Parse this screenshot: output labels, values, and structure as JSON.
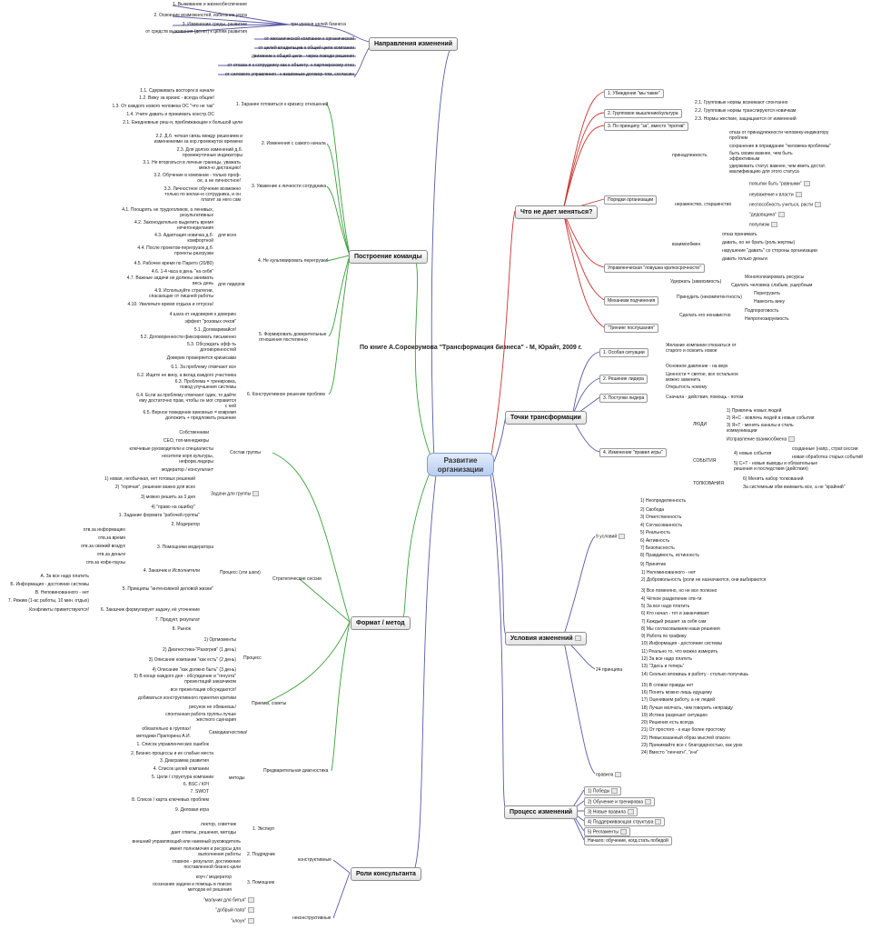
{
  "center": {
    "title": "Развитие организации"
  },
  "source_note": "По книге А.Сорокоумова \"Трансформация бизнеса\"  - М, Юрайт, 2009 г.",
  "branches": {
    "napravleniya": {
      "title": "Направления изменений",
      "three_levels": "три уровня целей бизнеса",
      "levels": [
        "1. Выживание и жизнеобеспечение",
        "2. Освоение возможностей, избегание угроз",
        "3. Изменение среды, развитие",
        "от средств выживания (денег) к целям развития"
      ],
      "directions": [
        "от механической компании к органической",
        "от целей владельцев к общей цели компании",
        "движение к общей цели - через поводи решения",
        "от отказа-я к сотруднику как к объекту- к партнерскому отно",
        "от силового управления - к взаимным договор-тям, согласию"
      ]
    },
    "postroenie": {
      "title": "Построение команды",
      "s1": {
        "title": "1. Заранее готовиться к кризису отношений",
        "items": [
          "1.1. Сдерживать восторги в начале",
          "1.2. Вижу за кризис - всегда общие!",
          "1.3. От каждого нового человека ОС \"что не так\"",
          "1.4. Учите давать и принимать констр.ОС"
        ]
      },
      "s2": {
        "title": "2. Изменения с самого начала",
        "items": [
          "2.1. Ежедневные реш-я, приближающие к большой цели",
          "2.2. Д.б. четкая связь между решением и изменениями за кор.промежуток времени",
          "2.3. Для долгих изменений д.б. промежуточные индикаторы"
        ]
      },
      "s3": {
        "title": "3. Уважение к личности сотрудника",
        "items": [
          "3.1. Не вторгаться в личные границы, уважать межл-ю дистанцию!",
          "3.2. Обучение в компании - только проф-ое, а не личностное!",
          "3.3. Личностное обучение возможно только по желан-ю сотрудника, и он платит за него сам"
        ]
      },
      "s4": {
        "title": "4. Не культивировать перегрузки!",
        "leaders": "для всех",
        "team": "для лидеров",
        "items": [
          "4.1. Поощрять не трудоголиков, а ленивых, результативных",
          "4.2. Законодательно выделить время нечегонеделания",
          "4.3. Адаптация новичка д.б. комфортной",
          "4.4. После проектов-перегрузок д.б. проекты-разгрузки",
          "4.5. Рабочее время по Парето (20/80)",
          "4.6. 1-4 часа в день \"на себя\"",
          "4.7. Важные задачи не должны занимать весь день",
          "4.9. Используйте стратегии, спасающие от лишней работы",
          "4.10. Увеличьте время отдыха и отпуска!"
        ]
      },
      "s5": {
        "title": "5. Формировать доверительные отношения постепенно",
        "items": [
          "4 шага от недоверия к доверию",
          "эффект \"розовых очков\"",
          "5.1. Договаривайся!",
          "5.2. Договоренности фиксировать письменно",
          "5.3. Обсуждать эфф-ть договоренностей",
          "Доверие проверяется кризисами"
        ]
      },
      "s6": {
        "title": "6. Конструктивное решение проблем",
        "items": [
          "6.1. За проблему отвечают все",
          "6.2. Ищите не вину, а вклад каждого участника",
          "6.3. Проблема = тренировка, повод улучшения системы",
          "6.4. Если за проблему отвечают один, то дайте ему достаточно прав, чтобы он мог справится с ней",
          "6.5. Верное поведение виновных = вовремя доложить + предложить решение"
        ]
      }
    },
    "format": {
      "title": "Формат / метод",
      "strategic": "Стратегические сессии",
      "composition": {
        "title": "Состав группы",
        "items": [
          "Собственники",
          "СЕО, топ-менеджеры",
          "ключевые руководители и специалисты",
          "носители корп.культуры, неформ.лидеры",
          "модератор / консультант"
        ]
      },
      "tasks": {
        "title": "Задачи для группы",
        "items": [
          "1) новая, необычная, нет готовых решений",
          "2) \"горячая\", решение важно для всех",
          "3) можно решить за 3 дня",
          "4) \"право на ошибку\""
        ]
      },
      "process": {
        "title": "Процесс (эти шаги)",
        "items": [
          "1. Задание формата \"рабочей группы\"",
          "2. Модератор",
          "3. Помощники модератора",
          "4. Заказчик и Исполнители",
          "5. Принципы \"интенсивной деловой жизни\"",
          "6. Заказчик формулирует задачу, её уточнение",
          "7. Продукт, результат",
          "8. Рынок"
        ],
        "helpers": [
          "отв.за информацию",
          "отв.за время",
          "отв.за свежий воздух",
          "отв.за деньги",
          "отв.за кофе-паузы"
        ],
        "principles": [
          "А. За все надо платить",
          "Б. Информация - достояние системы",
          "В. Неповинованного - нет",
          "7. Режим (1-ас работы, 10 мин. отдых)",
          "Конфликты приветствуются!"
        ]
      },
      "procedure": {
        "title": "Процесс",
        "items": [
          "1) Оргмоменты",
          "2) Диагностика-\"Разогрев\" (1 день)",
          "3) Описание компании \"как есть\" (2 день)",
          "4) Описание \"как должно быть\" (3 день)",
          "5) В конце каждого дня - обсуждение и \"генуэта\" презентаций заказчиком"
        ]
      },
      "techniques": {
        "title": "Приемы, советы",
        "items": [
          "все презентации обсуждаются!",
          "добиваться конструктивного принятия критики",
          "рисунок не обманешь!",
          "спонтанная работа группы лучше жесткого сценария"
        ]
      },
      "diagnostics": {
        "title": "Предварительная диагностика",
        "interview": "Самодиагностика!",
        "interview_items": [
          "обязательно в группах!",
          "методики Прапорина А.И."
        ],
        "methods_title": "методы",
        "methods": [
          "1. Список управленческих ошибок",
          "2. Бизнес-процессы и их слабые места",
          "3. Диаграмма развития",
          "4. Список целей компании",
          "5. Цели / структура компании",
          "6. BSC / KPI",
          "7. SWOT",
          "8. Список / карта ключевых проблем",
          "9. Деловая игра"
        ]
      }
    },
    "roli": {
      "title": "Роли консультанта",
      "constructive": "конструктивные",
      "nonconstructive": "неконструктивные",
      "r1": {
        "title": "1. Эксперт",
        "items": [
          "лектор, советчик",
          "дает ответы, решения, методы"
        ]
      },
      "r2": {
        "title": "2. Подрядчик",
        "items": [
          "внешний управляющий или наемный руководитель",
          "имеет полномочия и ресурсы для выполнения работы",
          "главное - результат, достижение поставленной бизнес-цели"
        ]
      },
      "r3": {
        "title": "3. Помощник",
        "items": [
          "коуч / модератор",
          "осознание задачи и помощь в поиске методов её решения"
        ]
      },
      "bad": [
        "\"мальчик для битья\"",
        "\"добрый папа\"",
        "\"клоун\""
      ]
    },
    "chto": {
      "title": "Что не дает меняться?",
      "items": [
        "1. Убеждения \"мы такие\"",
        "2. Групповое мышление/культура",
        "3. По принципу \"за\", вместо \"против\"",
        "Порядки организации",
        "Управленческая \"ловушка краткосрочности\"",
        "Механизм подчинения",
        "\"Тренинг послушания\""
      ],
      "group": [
        "2.1. Групповые нормы возникают спонтанно",
        "2.2. Групповые нормы транслируются новичкам",
        "2.3. Нормы жесткие, защищаются от изменений"
      ],
      "order": {
        "belong": "принадлежность",
        "inequality": "неравенство, старшинство",
        "mutual": "взаимообмен",
        "belong_items": [
          "отказ от принадлежности человеку-индикатору проблем",
          "сохранение в оправдание \"человека-проблемы\"",
          "быть своим важнее, чем быть эффективным",
          "удерживать статус важнее, чем иметь достат. квалификацию для этого статуса"
        ],
        "ineq_items": [
          "попытки быть \"равными\"",
          "неуважение к власти",
          "неспособность учиться, расти",
          "\"дедовщина\"",
          "популизм"
        ],
        "mutual_items": [
          "отказ принимать",
          "давать, но не брать (роль жертвы)",
          "нарушение \"давать\" со стороны организации",
          "давать только деньги"
        ]
      },
      "sub": {
        "a": "Удержать (зависимость)",
        "b": "Принудить (некомпетентность)",
        "c": "Сделать его ненавистно",
        "a_items": [
          "Монополизировать ресурсы",
          "Сделать человека слабым, ущербным"
        ],
        "b_items": [
          "Перегрузить",
          "Навесить вину"
        ],
        "c_items": [
          "Подпороговость",
          "Непрогнозируемость"
        ]
      }
    },
    "tochki": {
      "title": "Точки трансформации",
      "items": [
        "1. Особая ситуации",
        "2. Решение лидера",
        "3. Поступки лидера",
        "4. Изменение \"правил игры\""
      ],
      "details": [
        "Желание компании отказаться от старого и освоить новое",
        "Основное давление - на верх",
        "Ценности = святое, все остальное можно заменить",
        "Открытость новому",
        "Сначала - действия, помощь - потом"
      ],
      "people": {
        "title": "ЛЮДИ",
        "items": [
          "1) Привлечь новых людей",
          "2) Я+С - вовлечь людей в новые события",
          "3) Я+Т - менять каналы и стиль коммуникации",
          "Исправление взаимообмена"
        ]
      },
      "events": {
        "title": "СОБЫТИЯ",
        "items": [
          "4) новые события",
          "5) С+Т - новые выводы и обязательные решения и последствия (действия)",
          "созданные (напр., страт.сессии",
          "новая обработка старых событий"
        ]
      },
      "interpret": {
        "title": "ТОЛКОВАНИЯ",
        "items": [
          "6) Менять набор толкований",
          "За системным обм внимаеть все, а не \"крайний\""
        ]
      }
    },
    "usloviya": {
      "title": "Условия изменений",
      "nine": "9 условий",
      "nine_items": [
        "1) Неопределенность",
        "2) Свобода",
        "3) Ответственность",
        "4) Согласованность",
        "5) Реальность",
        "6) Активность",
        "7) Безопасность",
        "8) Правдивость, истинность",
        "9) Принятие"
      ],
      "p24": "24 принципа",
      "p24_items": [
        "1) Неломинованного - нет",
        "2) Добровольность (роли не назначаются, они выбираются",
        "3) Все поменяно, но не все полезно",
        "4) Чёткое разделение отв-ти",
        "5) За все надо платить",
        "6) Кто начал - тот и заканчивает",
        "7) Каждый решает за себя сам",
        "8) Мы согласовываем наши решения",
        "9) Работа по графику",
        "10) Информация - достояние системы",
        "11) Реально то, что можно измерить",
        "12) За все надо платить",
        "13) \"Здесь и теперь\"",
        "14) Сколько вложишь в работу - столько получишь",
        "15) В словах правды нет",
        "16) Понять можно лишь идущему",
        "17) Оцениваем работу, а не людей",
        "18) Лучше молчать, чем говорить неправду",
        "19) Истина разрешит ситуацию",
        "20) Решения есть всегда",
        "21) От простого - к еще более простому",
        "22) Невысказанный образ мыслей опасен",
        "23) Принимайте все с благодарностью, как урок",
        "24) Вместо \"ленчатн\", \"и-и\""
      ],
      "pravila": "правила"
    },
    "process": {
      "title": "Процесс изменений",
      "items": [
        "1) Победы",
        "2) Обучение и тренировка",
        "3) Новые правила",
        "4) Поддерживающая структура",
        "5) Регламенты",
        "Начало: обучение, когд.стать победой"
      ]
    }
  }
}
